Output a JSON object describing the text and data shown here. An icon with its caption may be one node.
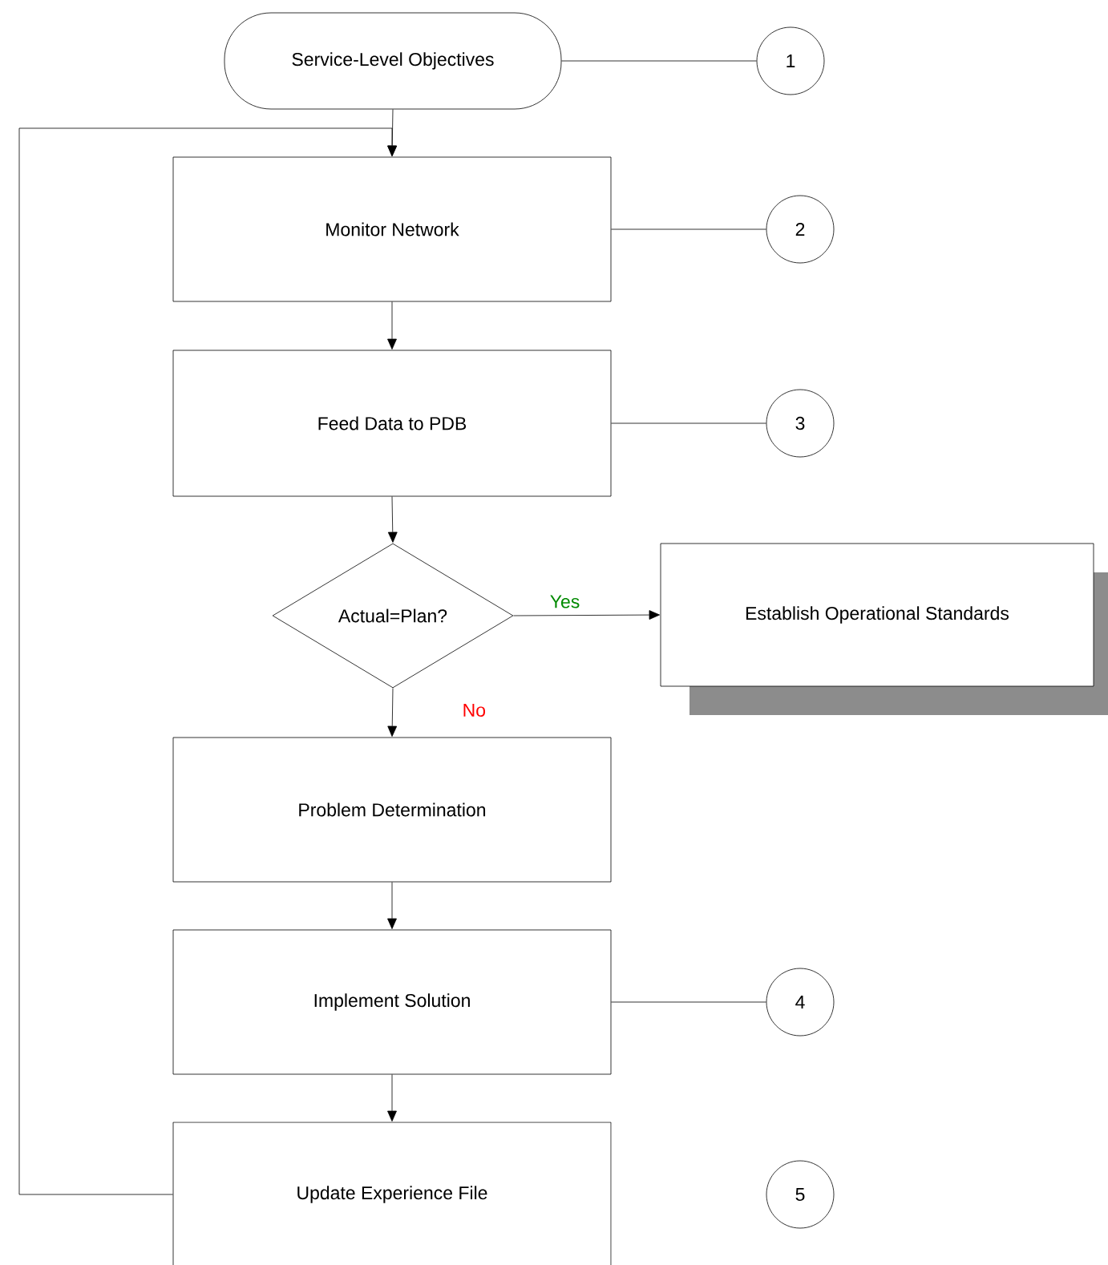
{
  "diagram": {
    "nodes": [
      {
        "text": [
          "Service-Level Objectives"
        ]
      },
      {
        "text": [
          "1"
        ]
      },
      {
        "text": [
          "Monitor Network"
        ]
      },
      {
        "text": [
          "2"
        ]
      },
      {
        "text": [
          "Feed Data to PDB"
        ]
      },
      {
        "text": [
          "3"
        ]
      },
      {
        "text": [
          "Actual=Plan?"
        ]
      },
      {
        "text": [
          "Establish Operational Standards"
        ]
      },
      {
        "text": [
          "Problem Determination"
        ]
      },
      {
        "text": [
          "Implement Solution"
        ]
      },
      {
        "text": [
          "4"
        ]
      },
      {
        "text": [
          "Update Experience File"
        ]
      },
      {
        "text": [
          "5"
        ]
      }
    ],
    "edges": [
      {
        "from": 0,
        "to": 1,
        "arrow": "none"
      },
      {
        "from": 0,
        "to": 2,
        "arrow": "to"
      },
      {
        "from": 2,
        "to": 3,
        "arrow": "none"
      },
      {
        "from": 2,
        "to": 4,
        "arrow": "to"
      },
      {
        "from": 4,
        "to": 5,
        "arrow": "none"
      },
      {
        "from": 4,
        "to": 6,
        "arrow": "to"
      },
      {
        "from": 6,
        "to": 7,
        "arrow": "to",
        "label": "Yes"
      },
      {
        "from": 6,
        "to": 8,
        "arrow": "to",
        "label": "No"
      },
      {
        "from": 8,
        "to": 9,
        "arrow": "to"
      },
      {
        "from": 9,
        "to": 10,
        "arrow": "none"
      },
      {
        "from": 9,
        "to": 11,
        "arrow": "to"
      },
      {
        "from": 11,
        "to": 2,
        "arrow": "to"
      }
    ]
  }
}
